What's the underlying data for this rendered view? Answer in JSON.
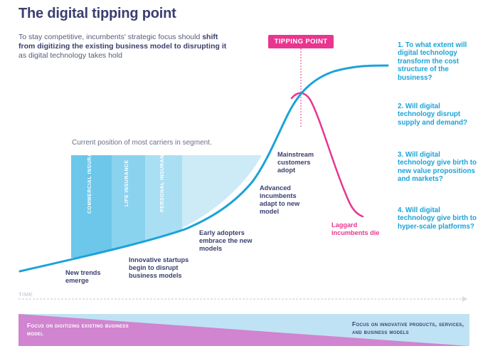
{
  "title": "The digital tipping point",
  "intro": {
    "text_before": "To stay competitive, incumbents' strategic focus should ",
    "text_bold": "shift from digitizing the existing business model to disrupting it",
    "text_after": " as digital technology takes hold"
  },
  "tipping_point_label": "TIPPING POINT",
  "current_position_caption": "Current position of most carriers in segment.",
  "segments": [
    {
      "label": "COMMERCIAL INSURANCE"
    },
    {
      "label": "LIFE INSURANCE"
    },
    {
      "label": "PERSONAL INSURANCE"
    }
  ],
  "stages": [
    {
      "label": "New trends emerge"
    },
    {
      "label": "Innovative startups begin to disrupt business models"
    },
    {
      "label": "Early adopters embrace the new models"
    },
    {
      "label": "Advanced incumbents adapt to new model"
    },
    {
      "label": "Mainstream customers adopt"
    },
    {
      "label": "Laggard incumbents die"
    }
  ],
  "questions": [
    {
      "number": "1.",
      "text": "To what extent will digital technology transform the cost structure of the business?"
    },
    {
      "number": "2.",
      "text": "Will digital technology disrupt supply and demand?"
    },
    {
      "number": "3.",
      "text": "Will digital technology give birth to new value propositions and markets?"
    },
    {
      "number": "4.",
      "text": "Will digital technology give birth to hyper-scale platforms?"
    }
  ],
  "time_axis_label": "TIME",
  "focus_band": {
    "left_text": "Focus on digitizing existing business model",
    "right_text": "Focus on innovative products, services, and business models"
  },
  "colors": {
    "curve": "#1aa3d9",
    "laggard_curve": "#e8368f",
    "accent": "#e8368f",
    "title": "#3a3f6f",
    "band_left": "#d184cf",
    "band_right": "#bfe3f4"
  }
}
